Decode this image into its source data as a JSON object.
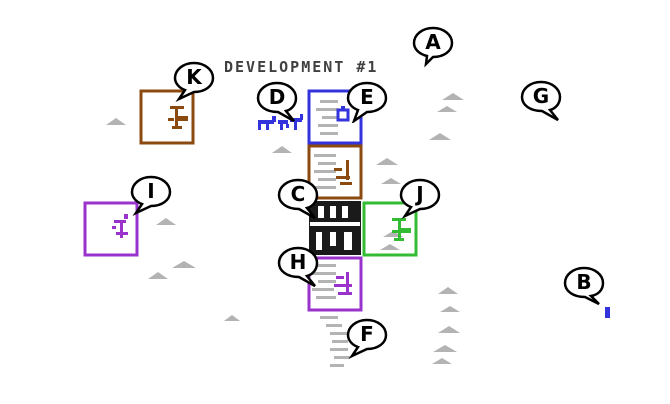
{
  "screen": {
    "title": "DEVELOPMENT #1",
    "callouts": [
      "A",
      "B",
      "C",
      "D",
      "E",
      "F",
      "G",
      "H",
      "I",
      "J",
      "K"
    ]
  },
  "colors": {
    "background": "#ffffff",
    "terrain": "#b3b3b3",
    "title_text": "#404040",
    "brown": "#8b4a10",
    "blue": "#3333dd",
    "purple": "#9933cc",
    "green": "#33bb33",
    "dark": "#1a1a1a"
  },
  "icons": {
    "terrain": "mountain-icon",
    "tile": "building-tile-icon",
    "player": "player-cursor-icon",
    "creature": "creature-icon",
    "callout": "speech-bubble-icon"
  }
}
